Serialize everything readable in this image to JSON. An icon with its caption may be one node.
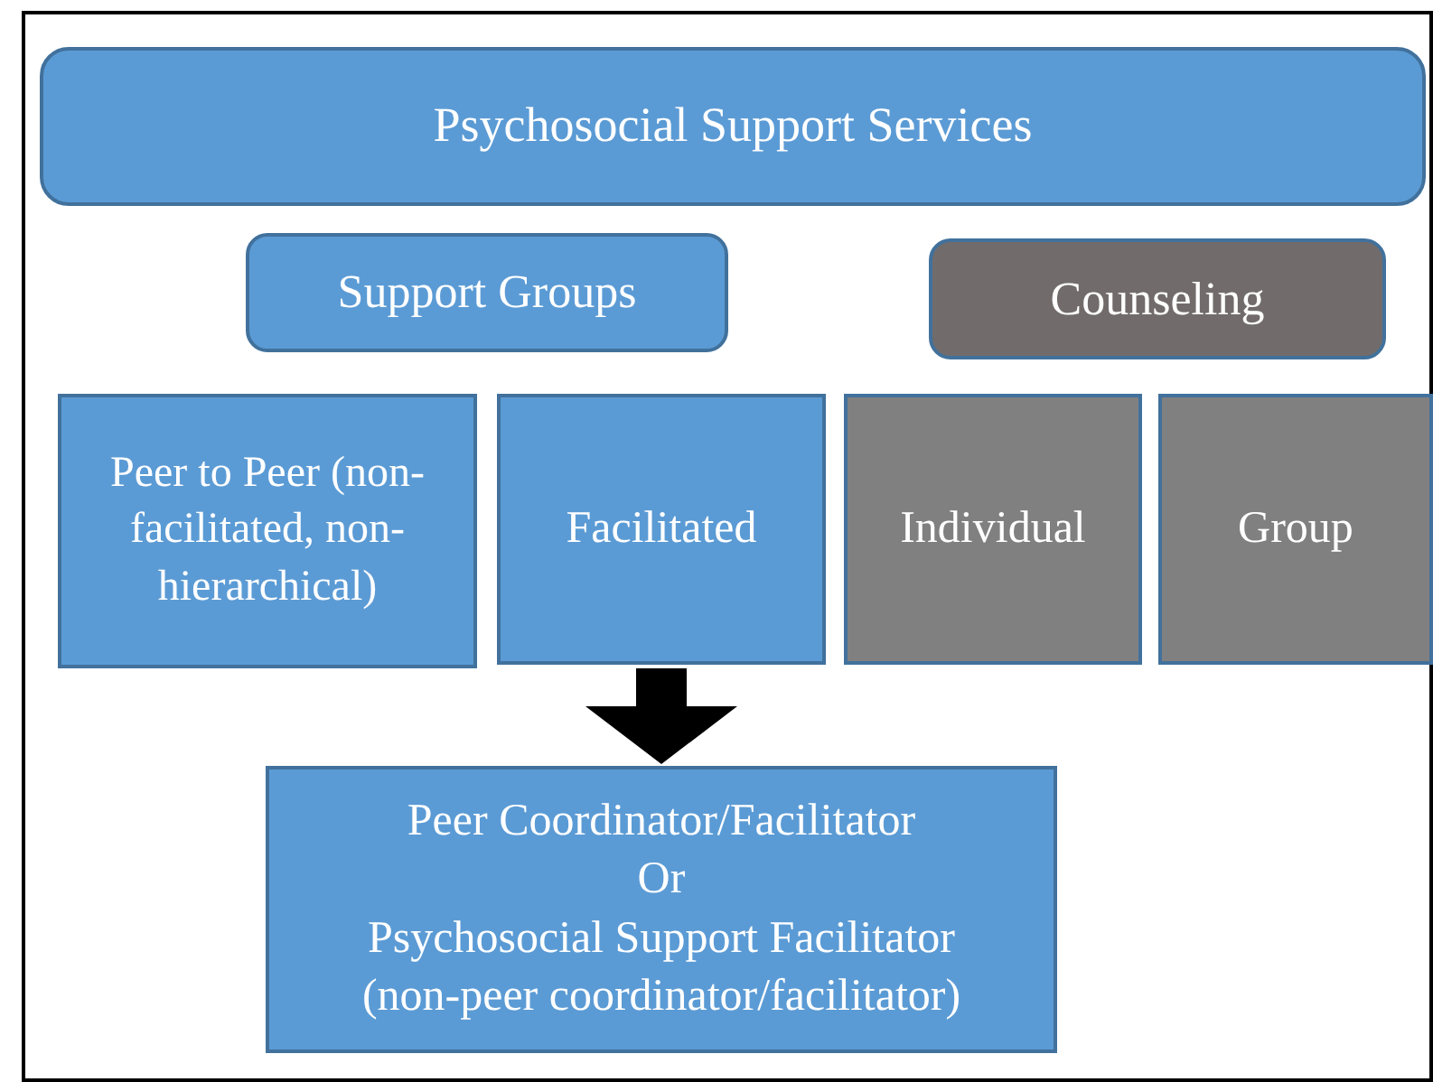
{
  "diagram": {
    "nodes": [
      {
        "text": [
          "Psychosocial Support Services"
        ]
      },
      {
        "text": [
          "Support Groups"
        ]
      },
      {
        "text": [
          "Counseling"
        ]
      },
      {
        "text": [
          "Peer to Peer (non-facilitated, non-hierarchical)"
        ]
      },
      {
        "text": [
          "Facilitated"
        ]
      },
      {
        "text": [
          "Individual"
        ]
      },
      {
        "text": [
          "Group"
        ]
      },
      {
        "text": [
          "Peer Coordinator/Facilitator",
          "Or",
          "Psychosocial Support Facilitator (non-peer coordinator/facilitator)"
        ]
      }
    ],
    "edges": [
      {
        "from": 4,
        "to": 7,
        "arrow": "to"
      }
    ]
  }
}
